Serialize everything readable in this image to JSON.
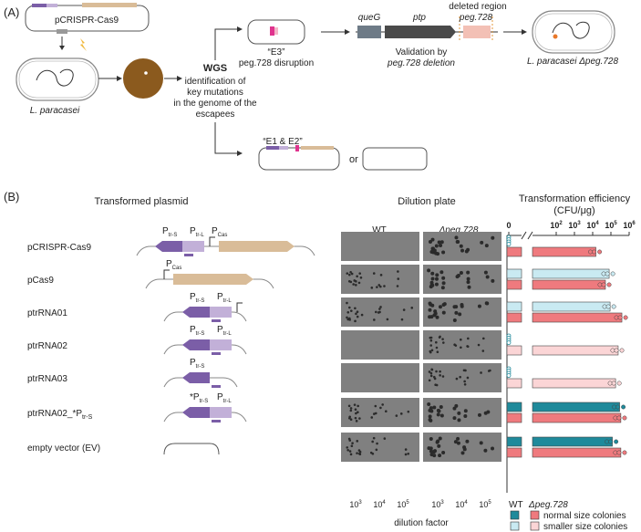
{
  "panel_a": {
    "label": "(A)",
    "plasmid_name": "pCRISPR-Cas9",
    "host_label": "L. paracasei",
    "wgs_title": "WGS",
    "wgs_desc": [
      "identification of",
      "key mutations",
      "in the genome of the",
      "escapees"
    ],
    "e3_label": "“E3”",
    "e3_desc": "peg.728 disruption",
    "gene_queG": "queG",
    "gene_ptp": "ptp",
    "gene_peg": "peg.728",
    "deleted_region": "deleted region",
    "validation": [
      "Validation by",
      "peg.728 deletion"
    ],
    "mutant_label": "L. paracasei Δpeg.728",
    "e1e2_label": "“E1 & E2”",
    "or_label": "or"
  },
  "panel_b": {
    "label": "(B)",
    "col_plasmid": "Transformed plasmid",
    "col_dilution": "Dilution plate",
    "col_eff": [
      "Transformation efficiency",
      "(CFU/μg)"
    ],
    "strain_wt": "WT",
    "strain_mut": "Δpeg.728",
    "dilution_factor": "dilution factor",
    "plasmids": [
      "pCRISPR-Cas9",
      "pCas9",
      "ptrRNA01",
      "ptrRNA02",
      "ptrRNA03",
      "ptrRNA02_*P",
      "empty vector (EV)"
    ],
    "ptrRNA02_star_sub": "tr-S",
    "promoter_main": "P",
    "sub_trS": "tr-S",
    "sub_trL": "tr-L",
    "sub_Cas": "Cas",
    "star_P": "*P",
    "dilution_ticks": [
      {
        "base": "10",
        "exp": "3"
      },
      {
        "base": "10",
        "exp": "4"
      },
      {
        "base": "10",
        "exp": "5"
      },
      {
        "base": "10",
        "exp": "3"
      },
      {
        "base": "10",
        "exp": "4"
      },
      {
        "base": "10",
        "exp": "5"
      }
    ],
    "axis_ticks": [
      {
        "label": "0",
        "exp": ""
      },
      {
        "label": "10",
        "exp": "2"
      },
      {
        "label": "10",
        "exp": "3"
      },
      {
        "label": "10",
        "exp": "4"
      },
      {
        "label": "10",
        "exp": "5"
      },
      {
        "label": "10",
        "exp": "6"
      }
    ],
    "legend_wt": "WT",
    "legend_mut": "Δpeg.728",
    "legend_normal": "normal size colonies",
    "legend_smaller": "smaller size colonies"
  },
  "colors": {
    "teal": "#1f8a9b",
    "light_blue": "#c9eaf2",
    "red": "#ef7a7e",
    "pink": "#fbd5d6",
    "purple_dark": "#7b5ea7",
    "purple_light": "#c2b0d8",
    "tan": "#d9bc98",
    "brown": "#8b5a1e"
  },
  "chart_data": {
    "type": "bar",
    "title": "Transformation efficiency (CFU/μg)",
    "xscale": "log",
    "xlim": [
      1,
      1000000
    ],
    "categories": [
      "pCRISPR-Cas9",
      "pCas9",
      "ptrRNA01",
      "ptrRNA02",
      "ptrRNA03",
      "ptrRNA02_*Ptr-S",
      "empty vector (EV)"
    ],
    "series": [
      {
        "name": "WT",
        "values": [
          0,
          80000,
          90000,
          0,
          0,
          300000,
          120000
        ],
        "colony_size": [
          "none",
          "smaller",
          "smaller",
          "none",
          "none",
          "normal",
          "normal"
        ]
      },
      {
        "name": "Δpeg.728",
        "values": [
          15000,
          50000,
          400000,
          250000,
          180000,
          350000,
          350000
        ],
        "colony_size": [
          "normal",
          "normal",
          "normal",
          "smaller",
          "smaller",
          "normal",
          "normal"
        ]
      }
    ],
    "legend": [
      "normal size colonies",
      "smaller size colonies"
    ],
    "legend_position": "bottom"
  }
}
